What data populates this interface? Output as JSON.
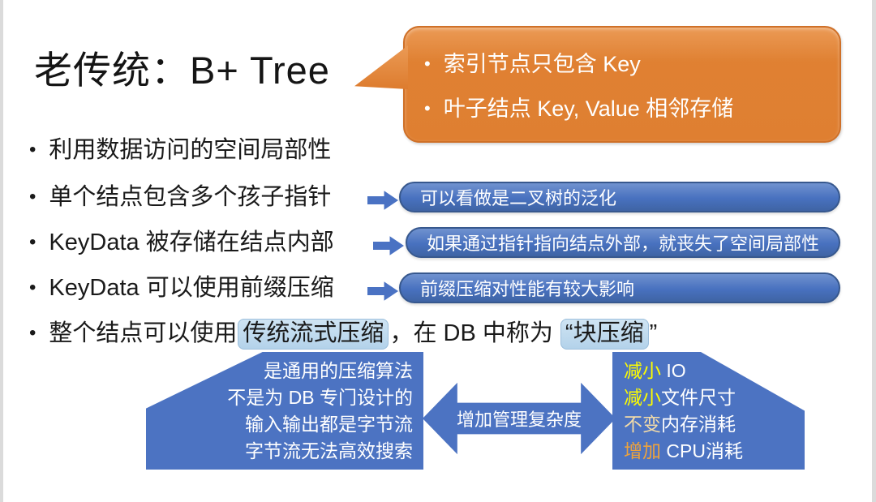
{
  "slide": {
    "bullet_char": "•",
    "title": "老传统：B+ Tree",
    "callout": {
      "items": [
        "索引节点只包含 Key",
        "叶子结点 Key, Value 相邻存储"
      ]
    },
    "bullets": [
      {
        "text": "利用数据访问的空间局部性"
      },
      {
        "text": "单个结点包含多个孩子指针",
        "note": "可以看做是二叉树的泛化"
      },
      {
        "text": "KeyData 被存储在结点内部",
        "note": "如果通过指针指向结点外部，就丧失了空间局部性"
      },
      {
        "text": "KeyData 可以使用前缀压缩",
        "note": "前缀压缩对性能有较大影响"
      },
      {
        "prefix": "整个结点可以使用",
        "highlight1": "传统流式压缩",
        "middle": "，在 DB 中称为 ",
        "highlight2": "“块压缩",
        "suffix": "”"
      }
    ],
    "left_box": {
      "lines": [
        "是通用的压缩算法",
        "不是为 DB 专门设计的",
        "输入输出都是字节流",
        "字节流无法高效搜索"
      ]
    },
    "arrow_label": "增加管理复杂度",
    "right_box": {
      "lines": [
        {
          "lead": "减小",
          "rest": " IO"
        },
        {
          "lead": "减小",
          "rest": "文件尺寸"
        },
        {
          "lead": "不变",
          "rest": "内存消耗"
        },
        {
          "lead": "增加",
          "rest": " CPU消耗"
        }
      ]
    },
    "colors": {
      "accent_blue": "#4C73C2",
      "pill_blue": "#4871BF",
      "accent_orange": "#DF8033",
      "highlight_blue": "#BFD9EC",
      "lead_yellow": "#FDFD00",
      "lead_wheat": "#F2DBA8",
      "lead_gold": "#EDA23C"
    }
  }
}
